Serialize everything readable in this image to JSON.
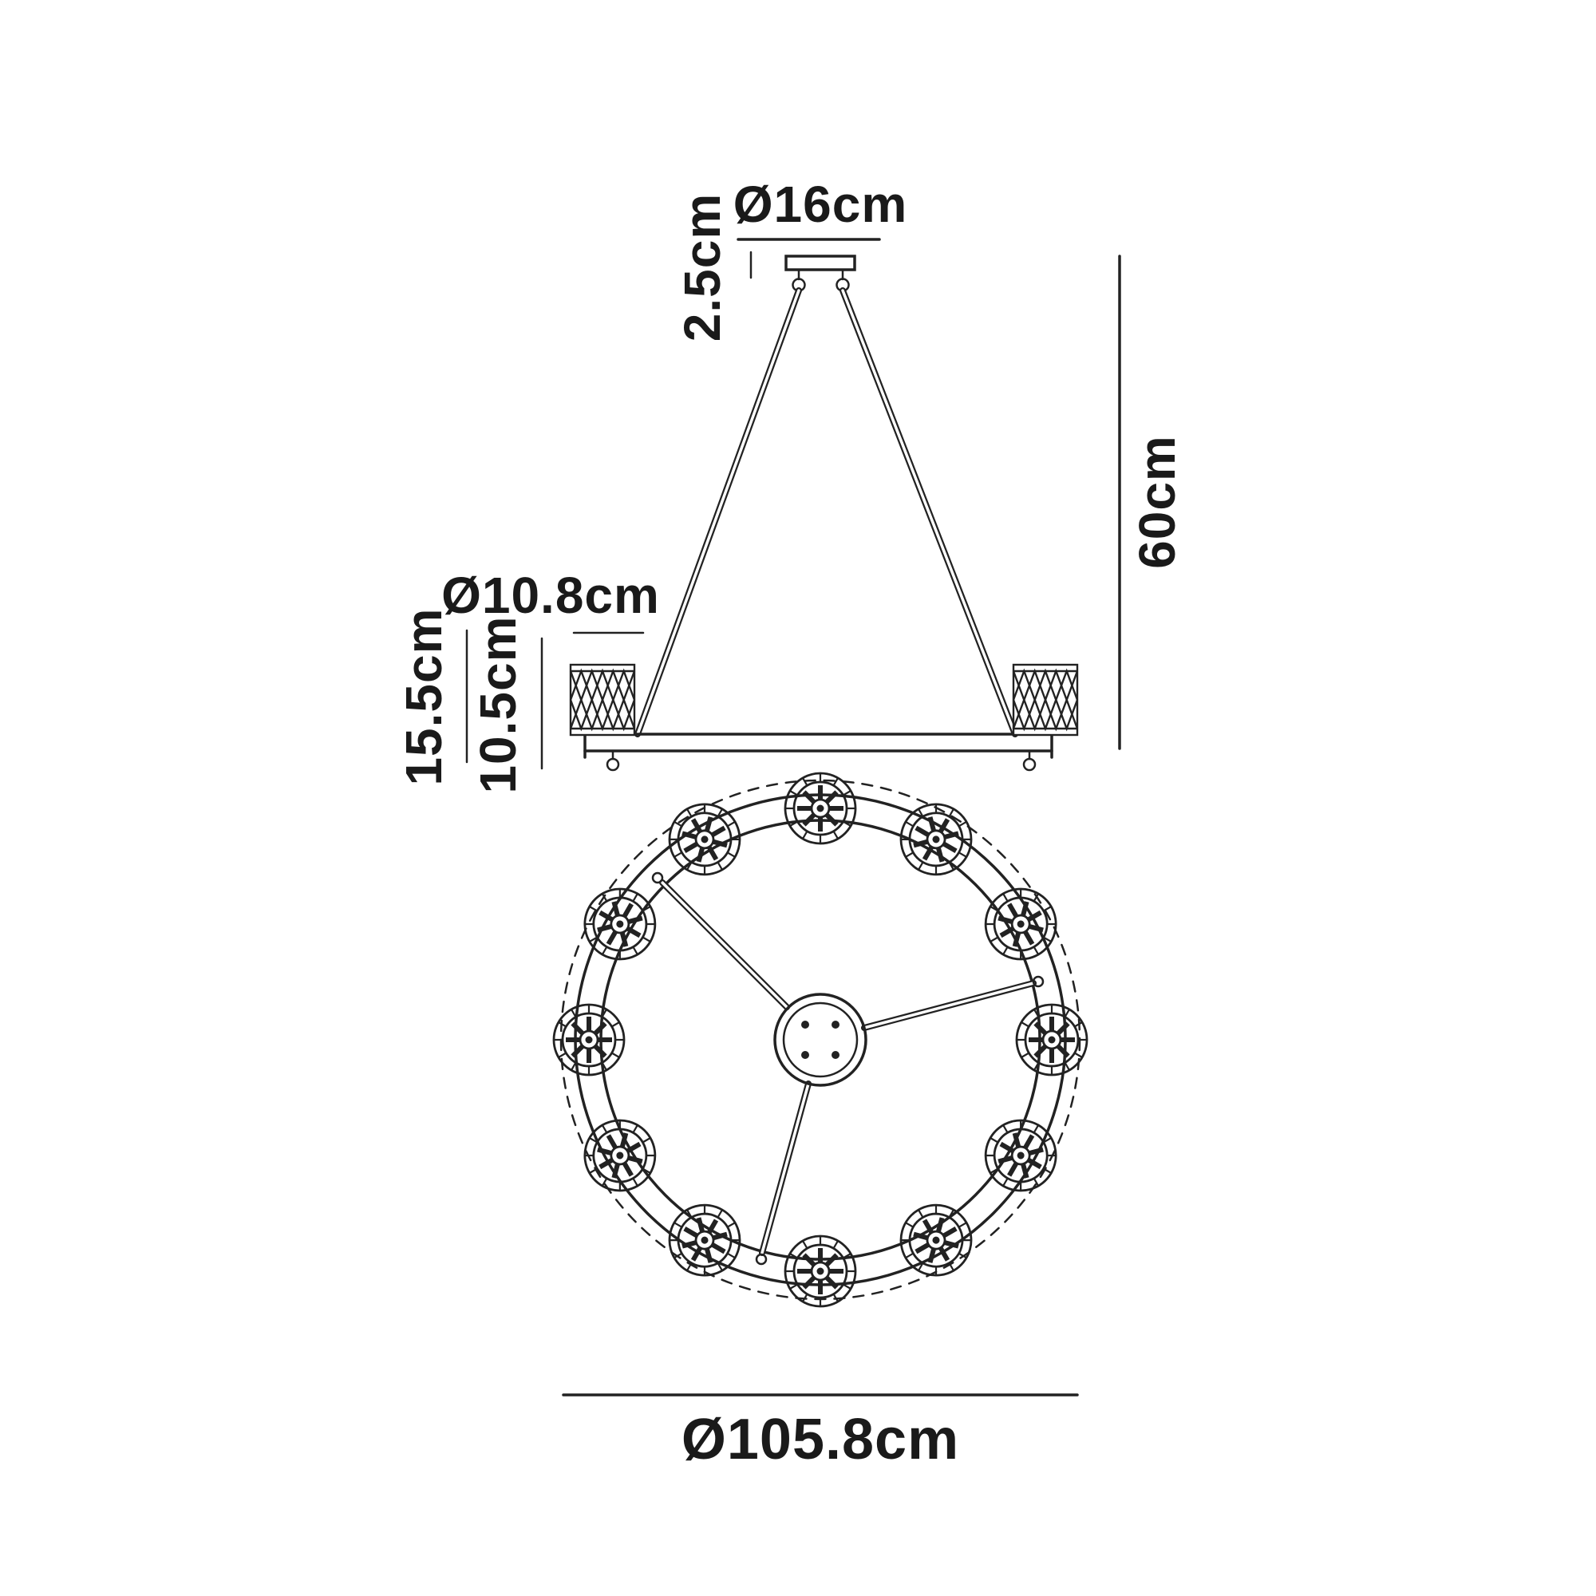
{
  "labels": {
    "canopy_diameter": "Ø16cm",
    "canopy_height": "2.5cm",
    "drop_height": "60cm",
    "shade_diameter": "Ø10.8cm",
    "shade_total_height": "15.5cm",
    "shade_glass_height": "10.5cm",
    "fixture_diameter": "Ø105.8cm"
  },
  "plan": {
    "light_count": 12,
    "spoke_count": 3
  },
  "colors": {
    "line": "#222222",
    "background": "#ffffff"
  }
}
